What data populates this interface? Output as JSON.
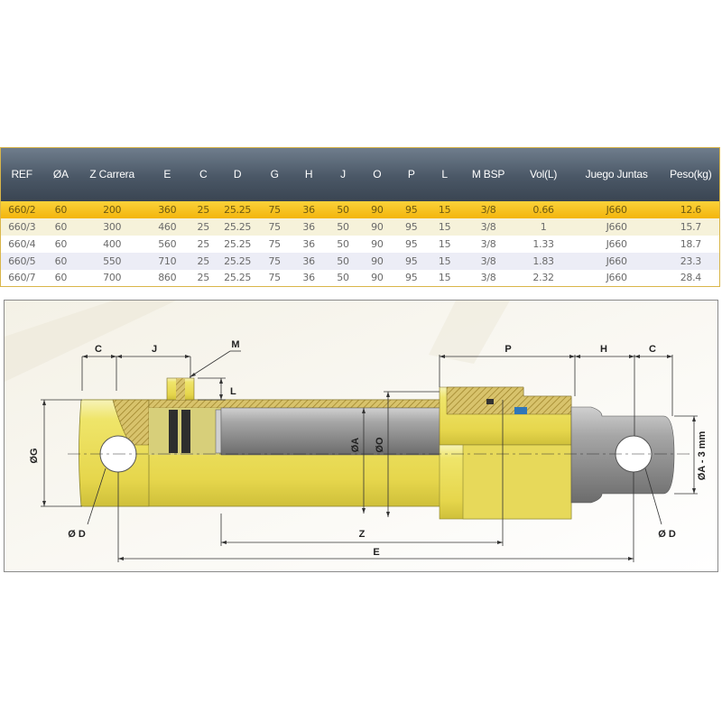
{
  "table": {
    "headers": [
      "REF",
      "ØA",
      "Z Carrera",
      "E",
      "C",
      "D",
      "G",
      "H",
      "J",
      "O",
      "P",
      "L",
      "M BSP",
      "Vol(L)",
      "Juego Juntas",
      "Peso(kg)"
    ],
    "rows": [
      [
        "660/2",
        "60",
        "200",
        "360",
        "25",
        "25.25",
        "75",
        "36",
        "50",
        "90",
        "95",
        "15",
        "3/8",
        "0.66",
        "J660",
        "12.6"
      ],
      [
        "660/3",
        "60",
        "300",
        "460",
        "25",
        "25.25",
        "75",
        "36",
        "50",
        "90",
        "95",
        "15",
        "3/8",
        "1",
        "J660",
        "15.7"
      ],
      [
        "660/4",
        "60",
        "400",
        "560",
        "25",
        "25.25",
        "75",
        "36",
        "50",
        "90",
        "95",
        "15",
        "3/8",
        "1.33",
        "J660",
        "18.7"
      ],
      [
        "660/5",
        "60",
        "550",
        "710",
        "25",
        "25.25",
        "75",
        "36",
        "50",
        "90",
        "95",
        "15",
        "3/8",
        "1.83",
        "J660",
        "23.3"
      ],
      [
        "660/7",
        "60",
        "700",
        "860",
        "25",
        "25.25",
        "75",
        "36",
        "50",
        "90",
        "95",
        "15",
        "3/8",
        "2.32",
        "J660",
        "28.4"
      ]
    ]
  },
  "drawing": {
    "labels": {
      "c_left": "C",
      "j": "J",
      "m": "M",
      "l": "L",
      "p": "P",
      "h": "H",
      "c_right": "C",
      "g": "ØG",
      "a": "ØA",
      "o": "ØO",
      "a_minus": "ØA - 3 mm",
      "d_left": "Ø D",
      "d_right": "Ø D",
      "z": "Z",
      "e": "E"
    }
  },
  "colors": {
    "header_bg": "#4a5766",
    "highlight_row": "#f7c21e",
    "cylinder_yellow": "#eee25a",
    "rod_gray": "#858585"
  }
}
